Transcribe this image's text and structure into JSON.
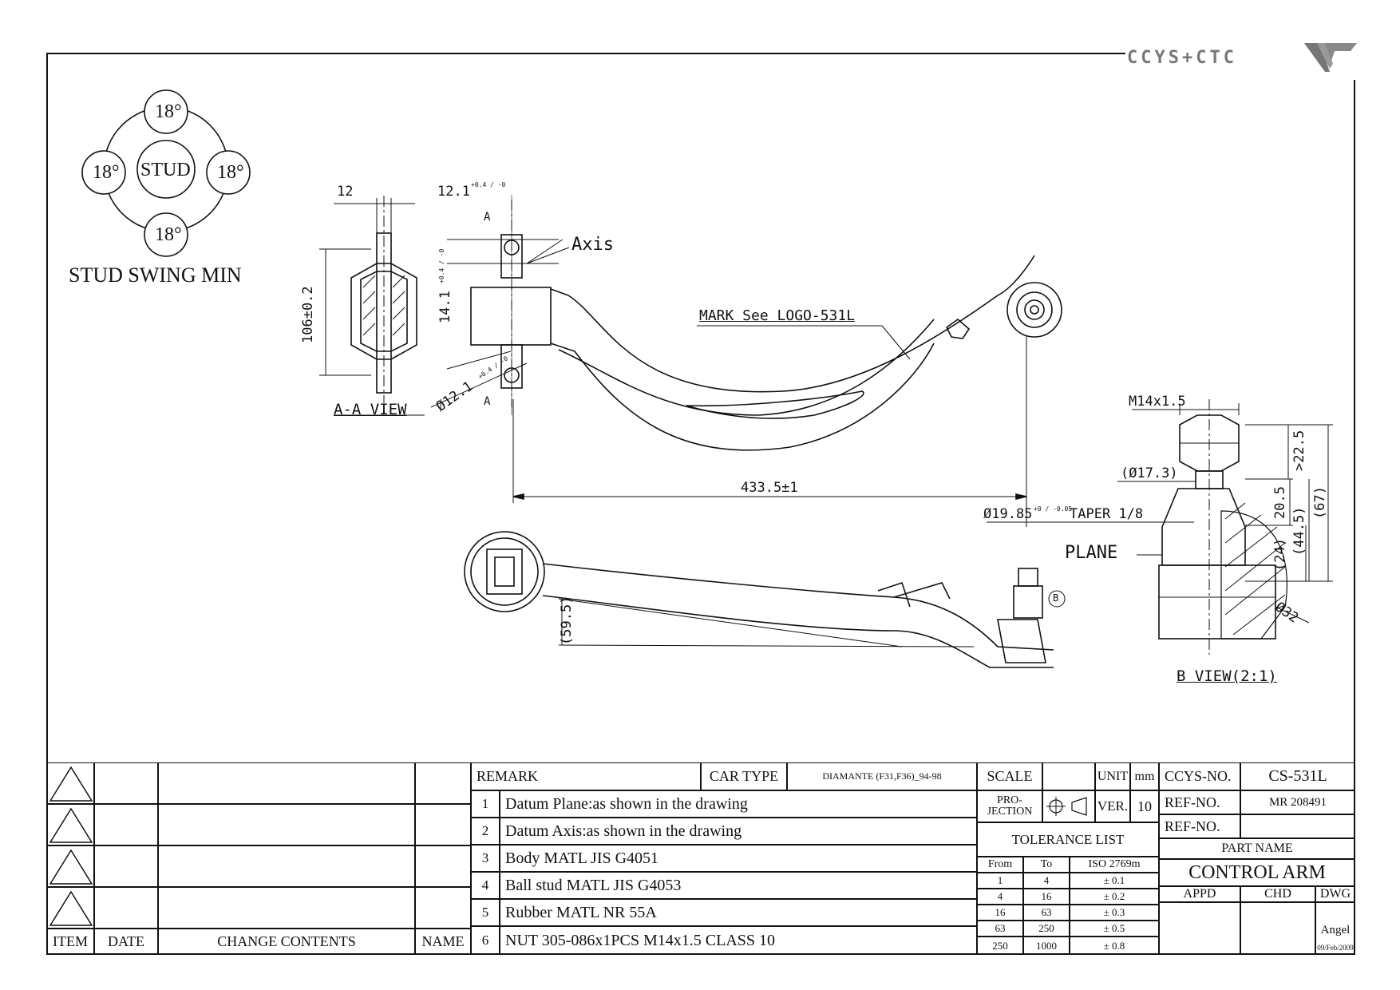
{
  "brand": {
    "logo_text": "CCYS+CTC"
  },
  "stud_swing": {
    "angles": [
      "18°",
      "18°",
      "18°",
      "18°"
    ],
    "center_label": "STUD",
    "caption": "STUD SWING MIN"
  },
  "views": {
    "aa_view": "A-A VIEW",
    "b_view": "B VIEW(2:1)"
  },
  "dimensions": {
    "d12": "12",
    "d12_1": "12.1",
    "d12_1_tol": "+0.4 / -0",
    "section_a_top": "A",
    "section_a_bottom": "A",
    "axis": "Axis",
    "mark": "MARK See LOGO-531L",
    "d106": "106±0.2",
    "d14_1": "14.1",
    "d14_1_tol": "+0.4 / -0",
    "dia12_1": "Ø12.1",
    "dia12_1_tol": "+0.4 / -0",
    "d433_5": "433.5±1",
    "d59_5": "(59.5)",
    "m14": "M14x1.5",
    "dia17_3": "(Ø17.3)",
    "dia19_85": "Ø19.85",
    "dia19_85_tol": "+0 / -0.05",
    "taper": "TAPER 1/8",
    "plane": "PLANE",
    "d22_5": ">22.5",
    "d20_5": "20.5",
    "d24": "(24)",
    "d44_5": "(44.5)",
    "d67": "(67)",
    "dia32": "Ø32",
    "callout_b": "B"
  },
  "title_block": {
    "revision_headers": {
      "item": "ITEM",
      "date": "DATE",
      "change": "CHANGE CONTENTS",
      "name": "NAME"
    },
    "remark_label": "REMARK",
    "car_type_label": "CAR TYPE",
    "car_type_value": "DIAMANTE (F31,F36)_94-98",
    "remarks": [
      {
        "no": "1",
        "text": "Datum Plane:as shown in the drawing"
      },
      {
        "no": "2",
        "text": "Datum Axis:as shown in the drawing"
      },
      {
        "no": "3",
        "text": "Body MATL JIS G4051"
      },
      {
        "no": "4",
        "text": "Ball stud MATL JIS G4053"
      },
      {
        "no": "5",
        "text": "Rubber MATL NR 55A"
      },
      {
        "no": "6",
        "text": "NUT 305-086x1PCS M14x1.5 CLASS 10"
      }
    ],
    "scale_label": "SCALE",
    "unit_label": "UNIT",
    "unit_value": "mm",
    "projection_label": "PRO-JECTION",
    "ver_label": "VER.",
    "ver_value": "10",
    "tolerance": {
      "title": "TOLERANCE LIST",
      "headers": [
        "From",
        "To",
        "ISO 2769m"
      ],
      "rows": [
        [
          "1",
          "4",
          "± 0.1"
        ],
        [
          "4",
          "16",
          "± 0.2"
        ],
        [
          "16",
          "63",
          "± 0.3"
        ],
        [
          "63",
          "250",
          "± 0.5"
        ],
        [
          "250",
          "1000",
          "± 0.8"
        ]
      ]
    },
    "ccys_no_label": "CCYS-NO.",
    "ccys_no_value": "CS-531L",
    "ref_no_label": "REF-NO.",
    "ref_no_value": "MR 208491",
    "ref_no2_label": "REF-NO.",
    "part_name_label": "PART NAME",
    "part_name_value": "CONTROL ARM",
    "appd_label": "APPD",
    "chd_label": "CHD",
    "dwg_label": "DWG",
    "dwg_by": "Angel",
    "dwg_date": "09/Feb/2009"
  }
}
